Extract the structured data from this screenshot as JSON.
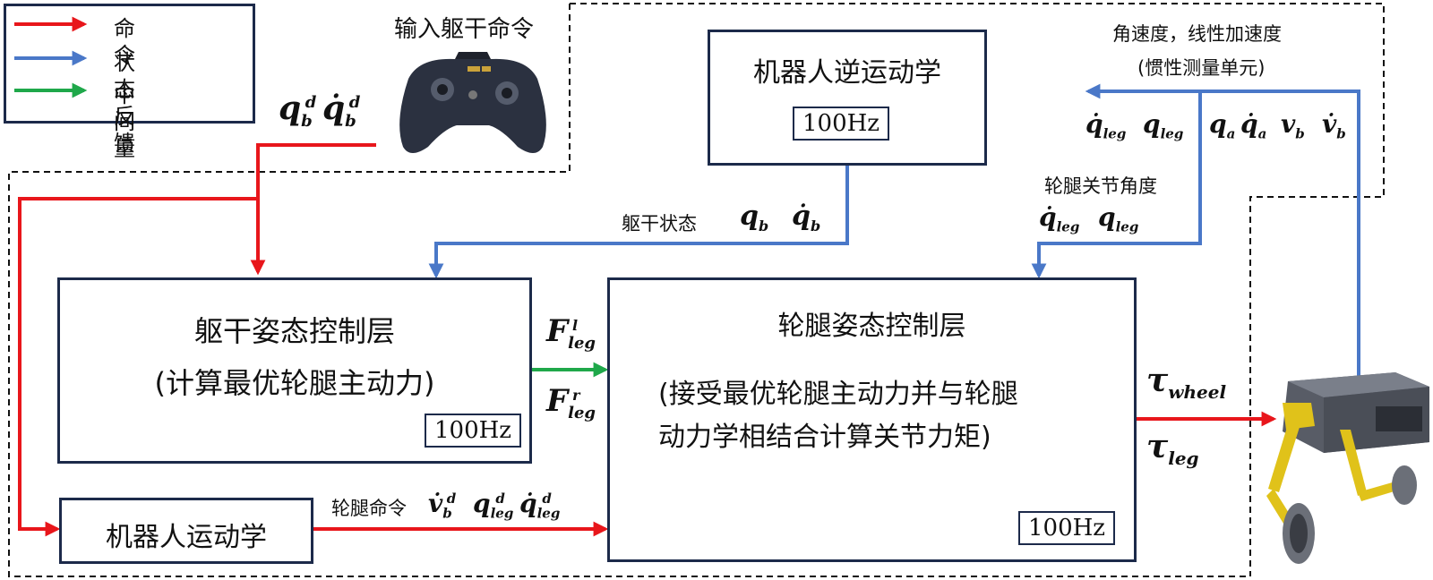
{
  "legend": {
    "items": [
      {
        "label": "命令",
        "color": "#e8161b"
      },
      {
        "label": "状态反馈",
        "color": "#4a78c8"
      },
      {
        "label": "中间量",
        "color": "#1fa84a"
      }
    ]
  },
  "colors": {
    "command": "#e8161b",
    "feedback": "#4a78c8",
    "intermediate": "#1fa84a",
    "box_border": "#1c2a4a"
  },
  "remote": {
    "caption": "输入躯干命令",
    "q_b_d": "q",
    "q_b_d_sub": "b",
    "q_b_d_sup": "d",
    "qdot_b_d": "q̇",
    "qdot_b_d_sub": "b",
    "qdot_b_d_sup": "d",
    "icon": "gamepad-icon"
  },
  "ik_box": {
    "title": "机器人逆运动学",
    "rate": "100Hz"
  },
  "imu": {
    "line1": "角速度，线性加速度",
    "line2": "(惯性测量单元)"
  },
  "ik_inputs": {
    "qdot_leg": "q̇",
    "qdot_leg_sub": "leg",
    "q_leg": "q",
    "q_leg_sub": "leg",
    "q_a": "q",
    "q_a_sub": "a",
    "qdot_a": "q̇",
    "qdot_a_sub": "a",
    "v_b": "v",
    "v_b_sub": "b",
    "vdot_b": "v̇",
    "vdot_b_sub": "b"
  },
  "torso_state": {
    "label": "躯干状态",
    "q_b": "q",
    "q_b_sub": "b",
    "qdot_b": "q̇",
    "qdot_b_sub": "b"
  },
  "leg_joint": {
    "label": "轮腿关节角度",
    "qdot_leg": "q̇",
    "qdot_leg_sub": "leg",
    "q_leg": "q",
    "q_leg_sub": "leg"
  },
  "torso_box": {
    "title": "躯干姿态控制层",
    "subtitle": "(计算最优轮腿主动力)",
    "rate": "100Hz"
  },
  "force": {
    "F": "F",
    "l": "l",
    "r": "r",
    "sub": "leg"
  },
  "leg_box": {
    "title": "轮腿姿态控制层",
    "subtitle_line1": "(接受最优轮腿主动力并与轮腿",
    "subtitle_line2": "动力学相结合计算关节力矩)",
    "rate": "100Hz"
  },
  "torques": {
    "tau": "τ",
    "wheel": "wheel",
    "leg": "leg"
  },
  "kin_box": {
    "title": "机器人运动学"
  },
  "leg_cmd": {
    "label": "轮腿命令",
    "vdot_b": "v̇",
    "vdot_b_sub": "b",
    "vdot_b_sup": "d",
    "q_leg": "q",
    "q_leg_sub": "leg",
    "q_leg_sup": "d",
    "qdot_leg": "q̇",
    "qdot_leg_sub": "leg",
    "qdot_leg_sup": "d"
  },
  "robot": {
    "icon": "wheel-legged-robot-icon"
  }
}
